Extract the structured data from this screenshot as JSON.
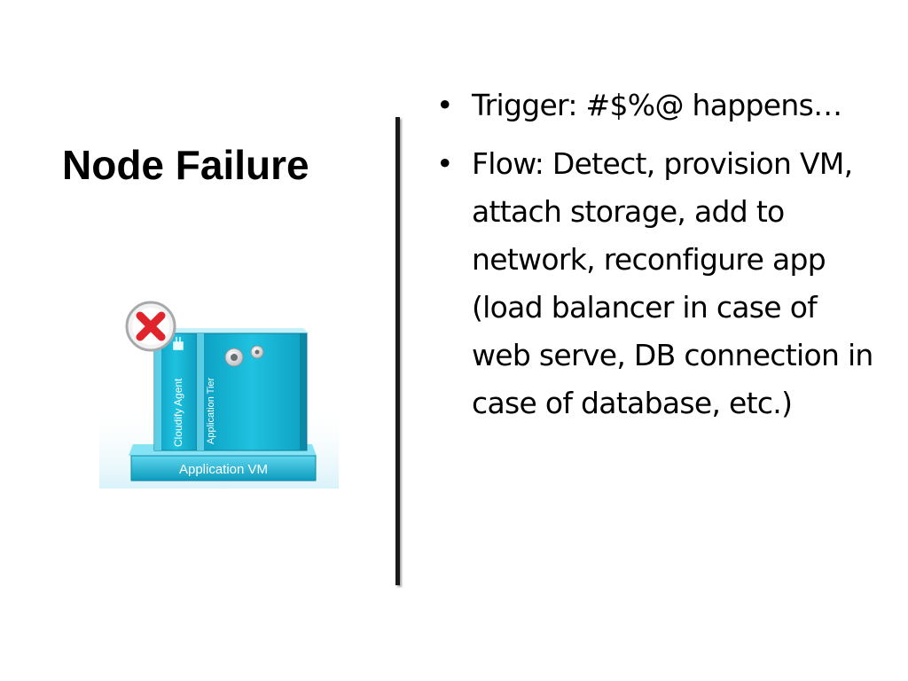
{
  "slide": {
    "title": "Node Failure",
    "bullets": [
      "Trigger: #$%@ happens…",
      "Flow: Detect, provision VM, attach storage, add to network, reconfigure app (load balancer in case of web serve,  DB connection in case of database, etc.)"
    ]
  },
  "figure": {
    "agent_label": "Cloudify Agent",
    "tier_label": "Application Tier",
    "vm_label": "Application VM",
    "status_icon": "error-x-icon",
    "colors": {
      "cyan": "#19b7d6",
      "cyan_light": "#67d8ee",
      "cyan_dark": "#0a8fae",
      "error_red": "#e0242b"
    }
  }
}
